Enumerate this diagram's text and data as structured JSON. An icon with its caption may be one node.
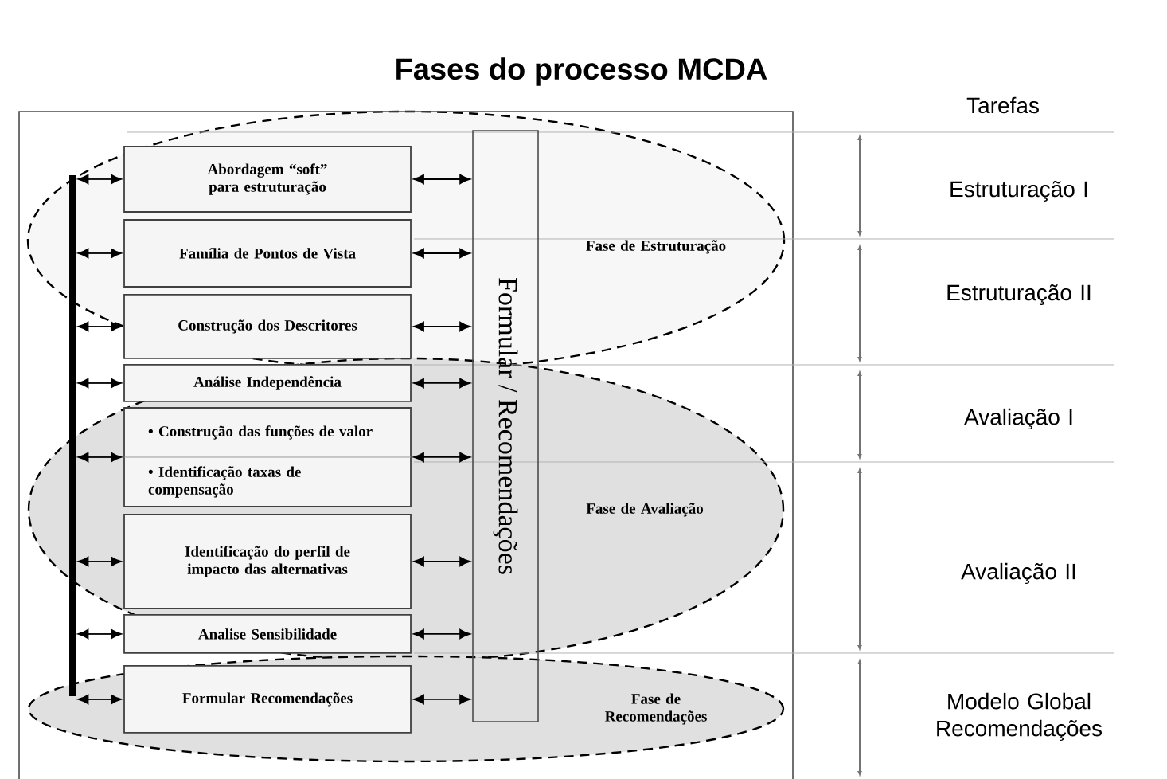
{
  "diagram": {
    "title": "Fases do processo MCDA",
    "nodes": [
      {
        "text": [],
        "shape": "bar"
      },
      {
        "text": [
          "Abordagem “soft” para estruturação"
        ],
        "in": 10
      },
      {
        "text": [
          "Família de Pontos de Vista"
        ],
        "in": 10
      },
      {
        "text": [
          "Construção dos Descritores"
        ],
        "in": 10
      },
      {
        "text": [
          "Análise Independência"
        ],
        "in": 11
      },
      {
        "text": [
          "• Construção das funções de valor",
          "• Identificação taxas de compensação"
        ],
        "in": 11
      },
      {
        "text": [
          "Identificação do perfil de impacto das alternativas"
        ],
        "in": 11
      },
      {
        "text": [
          "Analise Sensibilidade"
        ],
        "in": 11
      },
      {
        "text": [
          "Formular Recomendações"
        ],
        "in": 12
      },
      {
        "text": [
          "Formular / Recomendações"
        ]
      },
      {
        "text": [
          "Fase de Estruturação"
        ]
      },
      {
        "text": [
          "Fase de Avaliação"
        ]
      },
      {
        "text": [
          "Fase de Recomendações"
        ]
      }
    ],
    "edges": [
      {
        "from": 0,
        "to": 1,
        "arrow": "both"
      },
      {
        "from": 0,
        "to": 2,
        "arrow": "both"
      },
      {
        "from": 0,
        "to": 3,
        "arrow": "both"
      },
      {
        "from": 0,
        "to": 4,
        "arrow": "both"
      },
      {
        "from": 0,
        "to": 5,
        "arrow": "both"
      },
      {
        "from": 0,
        "to": 6,
        "arrow": "both"
      },
      {
        "from": 0,
        "to": 7,
        "arrow": "both"
      },
      {
        "from": 0,
        "to": 8,
        "arrow": "both"
      },
      {
        "from": 1,
        "to": 9,
        "arrow": "both"
      },
      {
        "from": 2,
        "to": 9,
        "arrow": "both"
      },
      {
        "from": 3,
        "to": 9,
        "arrow": "both"
      },
      {
        "from": 4,
        "to": 9,
        "arrow": "both"
      },
      {
        "from": 5,
        "to": 9,
        "arrow": "both"
      },
      {
        "from": 6,
        "to": 9,
        "arrow": "both"
      },
      {
        "from": 7,
        "to": 9,
        "arrow": "both"
      },
      {
        "from": 8,
        "to": 9,
        "arrow": "both"
      }
    ],
    "labels": [
      "Tarefas",
      "Estruturação I",
      "Estruturação II",
      "Avaliação I",
      "Avaliação II",
      "Modelo Global Recomendações"
    ]
  }
}
